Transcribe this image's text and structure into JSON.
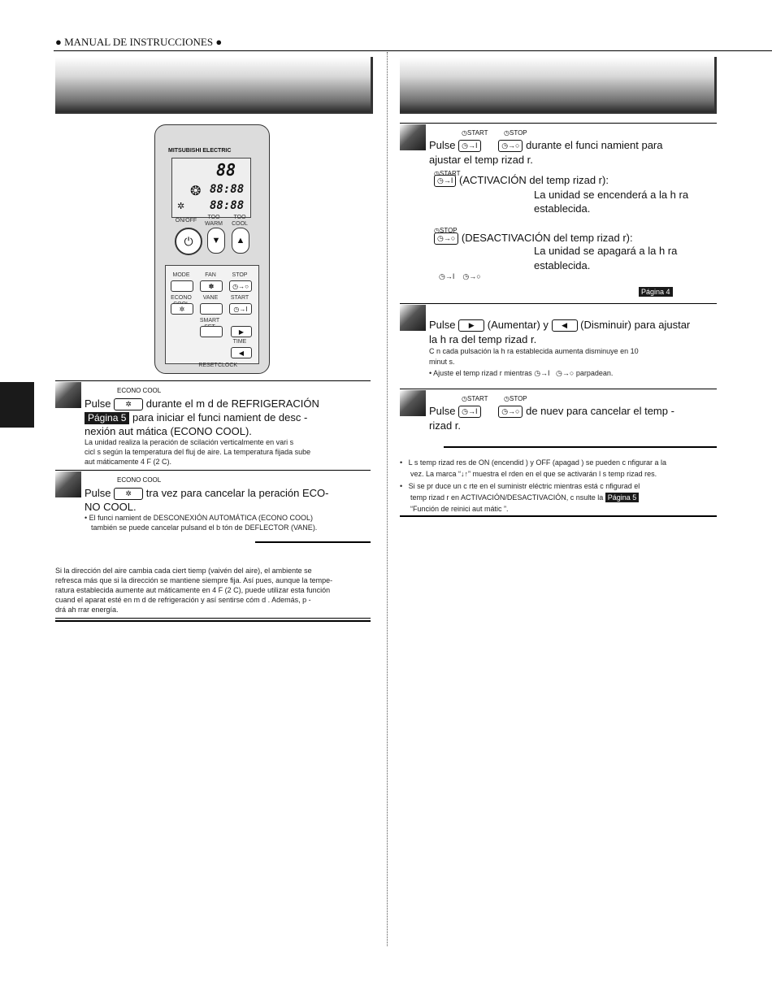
{
  "header": {
    "title": "● MANUAL DE INSTRUCCIONES ●"
  },
  "remote": {
    "brand": "MITSUBISHI ELECTRIC",
    "lcd_temp": "88",
    "lcd_time1": "88:88",
    "lcd_time2": "88:88",
    "onoff": "ON/OFF",
    "too_warm": "TOO WARM",
    "too_cool": "TOO COOL",
    "mode": "MODE",
    "fan": "FAN",
    "stop": "STOP",
    "econo_cool": "ECONO COOL",
    "vane": "VANE",
    "start": "START",
    "smart_set": "SMART SET",
    "time": "TIME",
    "reset": "RESET",
    "clock": "CLOCK"
  },
  "left": {
    "step1": {
      "key_label": "ECONO COOL",
      "line1_a": "Pulse",
      "line1_b": "durante el m  d   de REFRIGERACIÓN",
      "page_ref": "Página 5",
      "line2": "para iniciar el funci  namient   de desc  -",
      "line3": "nexión aut  mática (ECONO COOL).",
      "note1": "La unidad realiza la   peración de   scilación verticalmente en vari  s",
      "note2": "cicl  s según la temperatura del fluj   de aire. La temperatura fijada sube",
      "note3": "aut  máticamente 4  F (2  C)."
    },
    "step2": {
      "key_label": "ECONO COOL",
      "line1_a": "Pulse",
      "line1_b": "tra vez para cancelar la   peración ECO-",
      "line2": "NO COOL.",
      "note1": "• El funci  namient   de DESCONEXIÓN AUTOMÁTICA (ECONO COOL)",
      "note2": "también se puede cancelar pulsand   el b  tón de DEFLECTOR (VANE)."
    },
    "info": {
      "l1": "Si la dirección del aire cambia cada ciert   tiemp   (vaivén del aire), el ambiente se",
      "l2": "refresca más que si la dirección se mantiene siempre fija. Así pues, aunque la tempe-",
      "l3": "ratura establecida aumente aut  máticamente en 4  F (2  C), puede utilizar esta función",
      "l4": "cuand   el aparat   esté en m  d   de refrigeración y así sentirse cóm  d  . Además, p  -",
      "l5": "drá ah  rrar energía."
    }
  },
  "right": {
    "step1": {
      "start_label": "START",
      "stop_label": "STOP",
      "line1_a": "Pulse",
      "line1_b": "durante el funci  namient   para",
      "line2": "ajustar el temp  rizad  r.",
      "act_title": "(ACTIVACIÓN del temp  rizad  r):",
      "act_l1": "La unidad se encenderá a la h  ra",
      "act_l2": "establecida.",
      "deact_title": "(DESACTIVACIÓN del temp  rizad  r):",
      "deact_l1": "La unidad se apagará a la h  ra",
      "deact_l2": "establecida.",
      "page_ref": "Página 4"
    },
    "step2": {
      "line1_a": "Pulse",
      "line1_b": "(Aumentar) y",
      "line1_c": "(Disminuir) para ajustar",
      "line2": "la h  ra del temp  rizad  r.",
      "note1": "C  n cada pulsación la h  ra establecida aumenta    disminuye en 10",
      "note2": "minut  s.",
      "note3_a": "•  Ajuste el temp  rizad  r mientras",
      "note3_b": "parpadean."
    },
    "step3": {
      "start_label": "START",
      "stop_label": "STOP",
      "line1_a": "Pulse",
      "line1_b": "de nuev    para cancelar el temp  -",
      "line2": "rizad  r."
    },
    "notes": {
      "n1_a": "L  s temp  rizad  res de ON (encendid  ) y OFF (apagad  ) se pueden c  nfigurar a la",
      "n1_b": "vez. La marca “",
      "n1_c": "” muestra el   rden en el que se activarán l  s temp  rizad  res.",
      "n2_a": "Si se pr  duce un c  rte en el suministr    eléctric    mientras está c  nfigurad    el",
      "n2_b": "temp  rizad  r en ACTIVACIÓN/DESACTIVACIÓN, c  nsulte la",
      "n2_page": "Página 5",
      "n2_c": "“Función de reinici    aut  mátic  ”."
    }
  }
}
